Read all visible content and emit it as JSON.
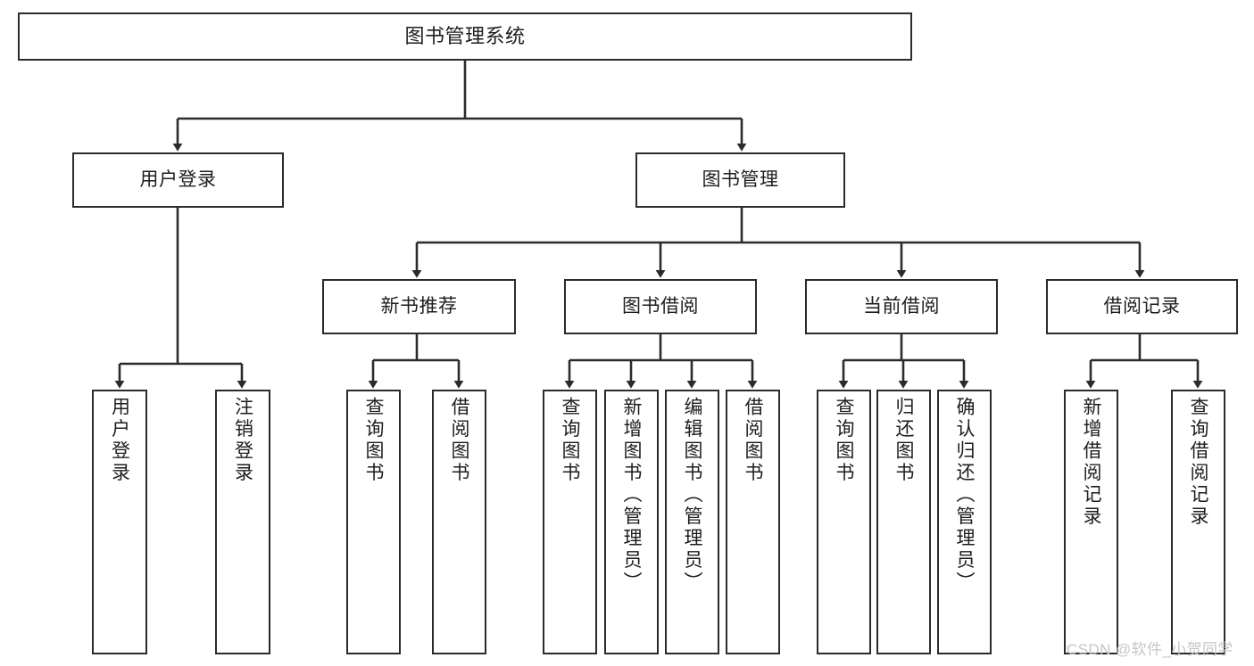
{
  "diagram": {
    "title": "图书管理系统",
    "type": "tree-hierarchy-chart",
    "root": {
      "label": "图书管理系统"
    },
    "level2": [
      {
        "label": "用户登录"
      },
      {
        "label": "图书管理"
      }
    ],
    "level3": [
      {
        "label": "新书推荐"
      },
      {
        "label": "图书借阅"
      },
      {
        "label": "当前借阅"
      },
      {
        "label": "借阅记录"
      }
    ],
    "leaves": {
      "user_login": [
        {
          "label": "用户登录"
        },
        {
          "label": "注销登录"
        }
      ],
      "new_book_recommend": [
        {
          "label": "查询图书"
        },
        {
          "label": "借阅图书"
        }
      ],
      "book_borrow": [
        {
          "label": "查询图书"
        },
        {
          "label": "新增图书（管理员）"
        },
        {
          "label": "编辑图书（管理员）"
        },
        {
          "label": "借阅图书"
        }
      ],
      "current_borrow": [
        {
          "label": "查询图书"
        },
        {
          "label": "归还图书"
        },
        {
          "label": "确认归还（管理员）"
        }
      ],
      "borrow_record": [
        {
          "label": "新增借阅记录"
        },
        {
          "label": "查询借阅记录"
        }
      ]
    }
  },
  "watermark": {
    "text": "CSDN @软件_小贺同学"
  },
  "colors": {
    "stroke": "#2b2b2b",
    "box_fill": "#ffffff",
    "text": "#1d1d1d",
    "watermark": "#c6c6c6",
    "background": "#ffffff"
  }
}
